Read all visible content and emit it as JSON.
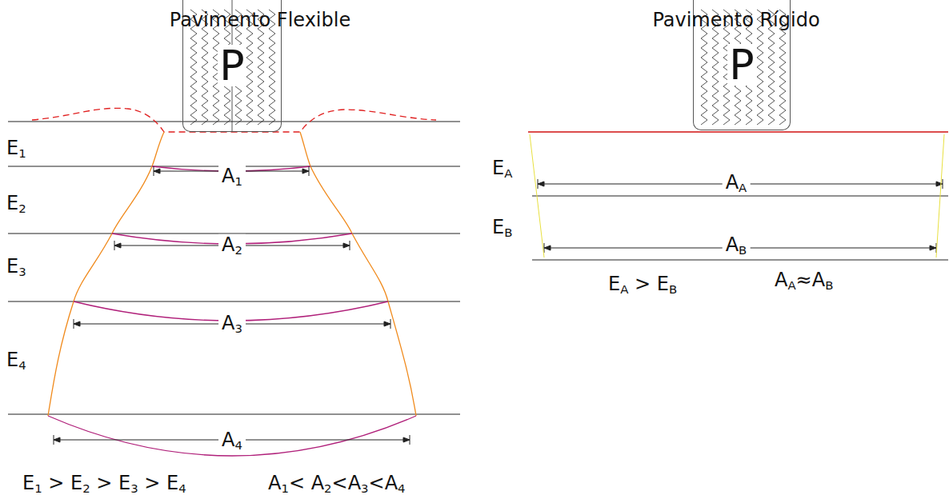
{
  "diagram": {
    "nodes": [
      {
        "text": [
          "P"
        ]
      },
      {
        "text": [
          "P"
        ]
      }
    ],
    "labels": [
      "Pavimento Flexible",
      "Pavimento Rígido",
      "E1",
      "E2",
      "E3",
      "E4",
      "A1",
      "A2",
      "A3",
      "A4",
      "E1 > E2 > E3 > E4",
      "A1< A2<A3<A4",
      "EA",
      "EB",
      "AA",
      "AB",
      "EA > EB",
      "AA≈AB"
    ]
  }
}
